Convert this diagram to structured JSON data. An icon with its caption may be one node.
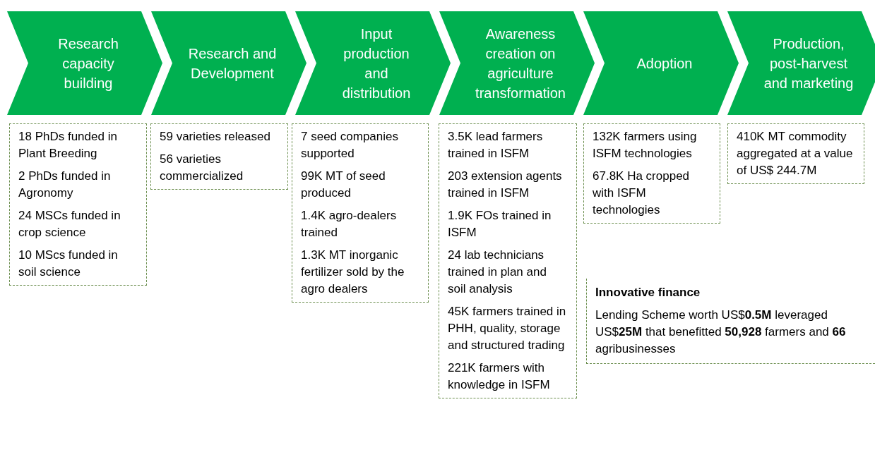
{
  "diagram": {
    "nodes": [
      {
        "text": [
          "Research capacity building"
        ]
      },
      {
        "text": [
          "Research and Development"
        ]
      },
      {
        "text": [
          "Input production and distribution"
        ]
      },
      {
        "text": [
          "Awareness creation on agriculture transformation"
        ]
      },
      {
        "text": [
          "Adoption"
        ]
      },
      {
        "text": [
          "Production, post-harvest and marketing"
        ]
      },
      {
        "text": [
          "18 PhDs funded in Plant Breeding",
          "2 PhDs funded in Agronomy",
          "24 MSCs funded in crop science",
          "10 MScs funded in soil science"
        ]
      },
      {
        "text": [
          "59 varieties released",
          "56 varieties commercialized"
        ]
      },
      {
        "text": [
          "7 seed companies supported",
          "99K MT of seed produced",
          "1.4K agro-dealers trained",
          "1.3K MT inorganic fertilizer sold by the agro dealers"
        ]
      },
      {
        "text": [
          "3.5K lead farmers trained in ISFM",
          "203 extension agents trained in ISFM",
          "1.9K FOs trained in ISFM",
          "24 lab technicians trained in plan and soil analysis",
          "45K farmers trained in PHH, quality, storage and structured trading",
          "221K farmers with knowledge in ISFM"
        ]
      },
      {
        "text": [
          "132K farmers using ISFM technologies",
          "67.8K Ha cropped with ISFM technologies"
        ]
      },
      {
        "text": [
          "410K MT commodity aggregated at a value of US$ 244.7M"
        ]
      },
      {
        "text": [
          "Innovative finance",
          "Lending Scheme worth US$**0.5M** leveraged US$**25M** that benefitted **50,928** farmers and **66** agribusinesses"
        ]
      }
    ]
  }
}
